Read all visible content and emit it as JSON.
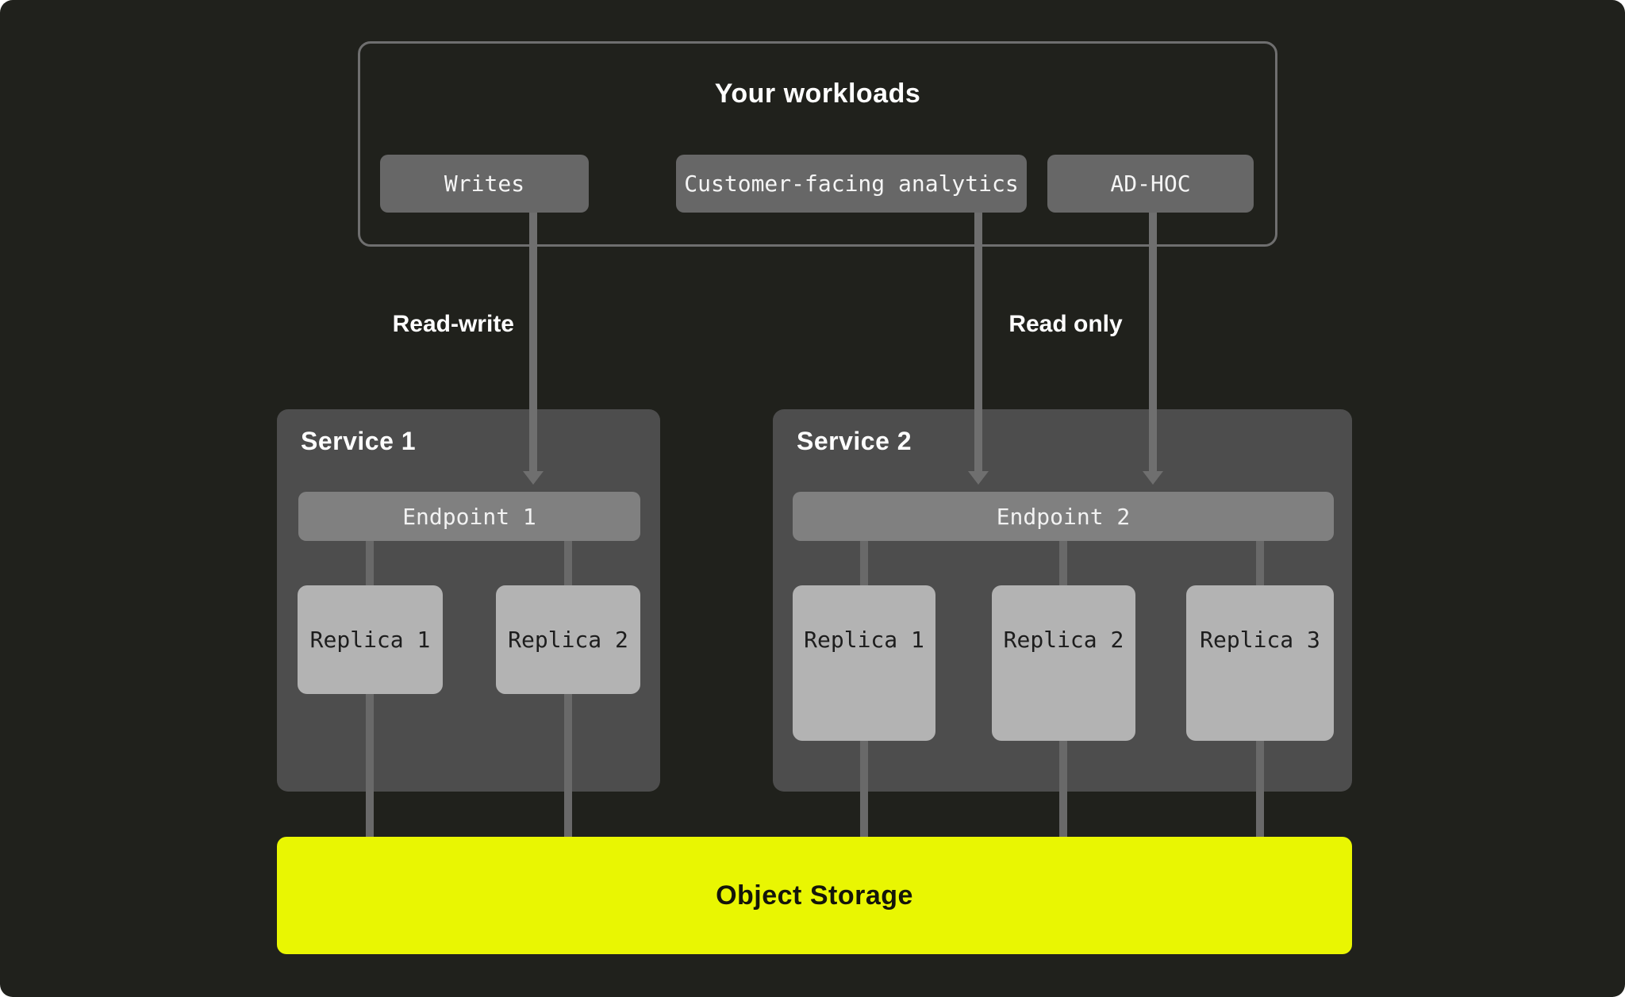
{
  "workloads": {
    "title": "Your workloads",
    "buttons": [
      {
        "label": "Writes"
      },
      {
        "label": "Customer-facing analytics"
      },
      {
        "label": "AD-HOC"
      }
    ]
  },
  "edges": {
    "read_write_label": "Read-write",
    "read_only_label": "Read only"
  },
  "services": [
    {
      "title": "Service 1",
      "endpoint": "Endpoint 1",
      "replicas": [
        "Replica 1",
        "Replica 2"
      ]
    },
    {
      "title": "Service 2",
      "endpoint": "Endpoint 2",
      "replicas": [
        "Replica 1",
        "Replica 2",
        "Replica 3"
      ]
    }
  ],
  "storage": {
    "label": "Object Storage"
  },
  "colors": {
    "canvas_bg": "#20211c",
    "box_border": "#6f6f6f",
    "button_bg": "#676767",
    "service_bg": "#4d4d4d",
    "endpoint_bg": "#808080",
    "replica_bg": "#b3b3b3",
    "connector": "#696969",
    "storage_accent": "#e9f602",
    "text_light": "#ffffff",
    "text_dark": "#1d1d1d"
  }
}
